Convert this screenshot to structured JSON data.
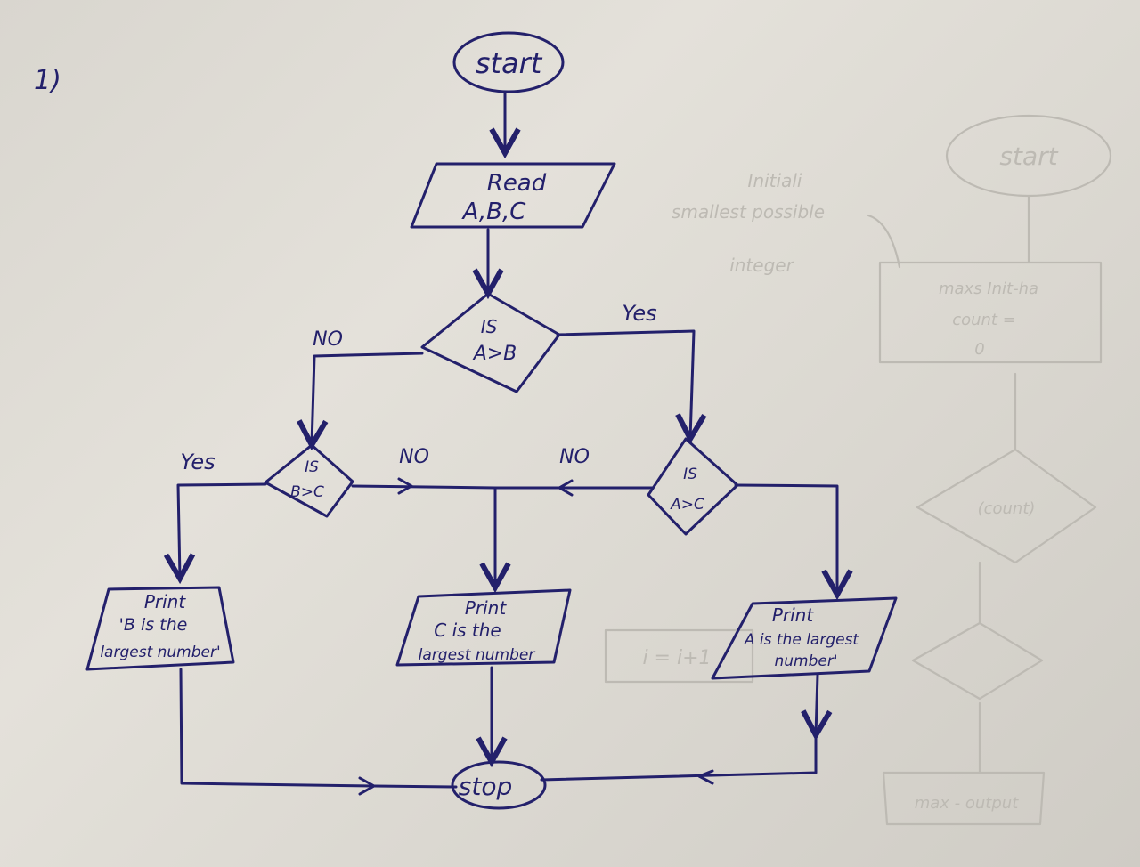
{
  "question_number": "1)",
  "nodes": {
    "start": "start",
    "read": [
      "Read",
      "A,B,C"
    ],
    "decision_ab": [
      "IS",
      "A>B"
    ],
    "decision_bc": [
      "IS",
      "B>C"
    ],
    "decision_ac": [
      "IS",
      "A>C"
    ],
    "print_b": [
      "Print",
      "'B is the",
      "largest number'"
    ],
    "print_c": [
      "Print",
      "C is the",
      "largest number"
    ],
    "print_a": [
      "Print",
      "A is the largest",
      "number'"
    ],
    "stop": "stop"
  },
  "edge_labels": {
    "ab_no": "NO",
    "ab_yes": "Yes",
    "bc_yes": "Yes",
    "bc_no": "NO",
    "ac_no": "NO"
  },
  "background_bleed": {
    "start": "start",
    "note": [
      "Initiali",
      "smallest possible",
      "integer"
    ],
    "process": [
      "maxs Init-ha",
      "count =",
      "0"
    ],
    "decision": "(count)",
    "increment": "i = i+1",
    "output": "max - output"
  },
  "colors": {
    "ink": "#23206b",
    "paper": "#dedbd4",
    "bleed": "#bdbab3"
  }
}
